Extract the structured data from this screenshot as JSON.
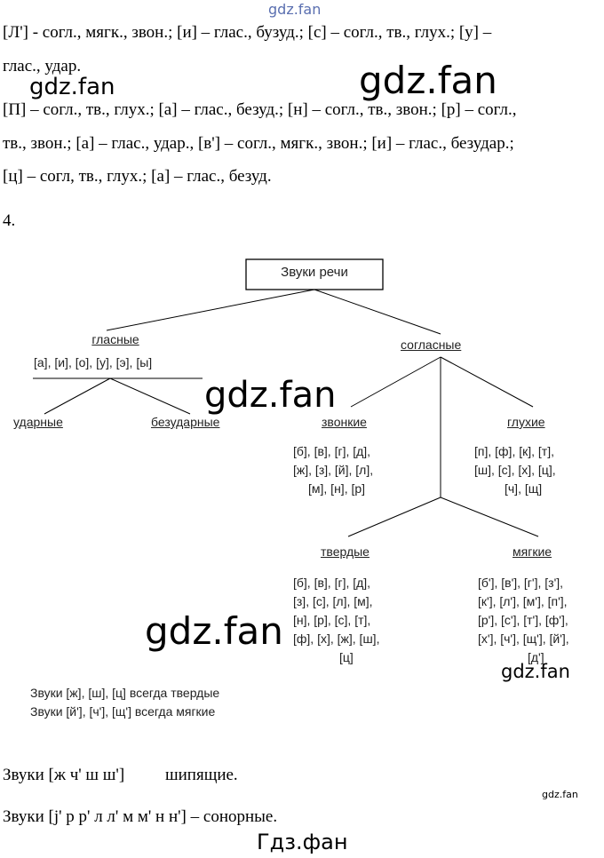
{
  "watermarks": {
    "top": "gdz.fan",
    "left1": "gdz.fan",
    "large1": "gdz.fan",
    "large2": "gdz.fan",
    "large3": "gdz.fan",
    "small_right": "gdz.fan",
    "tiny_right": "gdz.fan",
    "bottom": "Гдз.фан"
  },
  "text": {
    "line1": "[Л'] - согл., мягк., звон.; [и] – глас., бузуд.; [с] – согл., тв., глух.; [у] –",
    "line2": "глас., удар.",
    "line3": "[П] – согл., тв., глух.; [а] – глас., безуд.; [н] – согл., тв., звон.; [р] – согл.,",
    "line4": "тв., звон.; [а] – глас., удар., [в'] – согл., мягк., звон.; [и] – глас., безудар.;",
    "line5": "[ц] – согл, тв., глух.; [а] – глас., безуд.",
    "number": "4.",
    "sibilants_label": "Звуки [ж ч' ш ш']",
    "sibilants_word": "шипящие.",
    "sonorants": "Звуки [j' р р' л л' м м' н н'] – сонорные."
  },
  "diagram": {
    "root": "Звуки речи",
    "vowels": {
      "label": "гласные",
      "list": "[а], [и], [о], [у], [э], [ы]",
      "stressed": "ударные",
      "unstressed": "безударные"
    },
    "consonants": {
      "label": "согласные",
      "voiced": {
        "label": "звонкие",
        "lines": [
          "[б], [в], [г], [д],",
          "[ж], [з], [й], [л],",
          "[м], [н], [р]"
        ]
      },
      "voiceless": {
        "label": "глухие",
        "lines": [
          "[п], [ф], [к], [т],",
          "[ш], [с], [х], [ц],",
          "[ч], [щ]"
        ]
      },
      "hard": {
        "label": "твердые",
        "lines": [
          "[б], [в], [г], [д],",
          "[з], [с], [л], [м],",
          "[н], [р], [с], [т],",
          "[ф], [х], [ж], [ш],",
          "[ц]"
        ]
      },
      "soft": {
        "label": "мягкие",
        "lines": [
          "[б'], [в'], [г'], [з'],",
          "[к'], [л'], [м'], [п'],",
          "[р'], [с'], [т'], [ф'],",
          "[х'], [ч'], [щ'], [й'],",
          "[д']"
        ]
      }
    },
    "note_hard": "Звуки [ж], [ш], [ц] всегда твердые",
    "note_soft": "Звуки [й'], [ч'], [щ'] всегда мягкие"
  }
}
